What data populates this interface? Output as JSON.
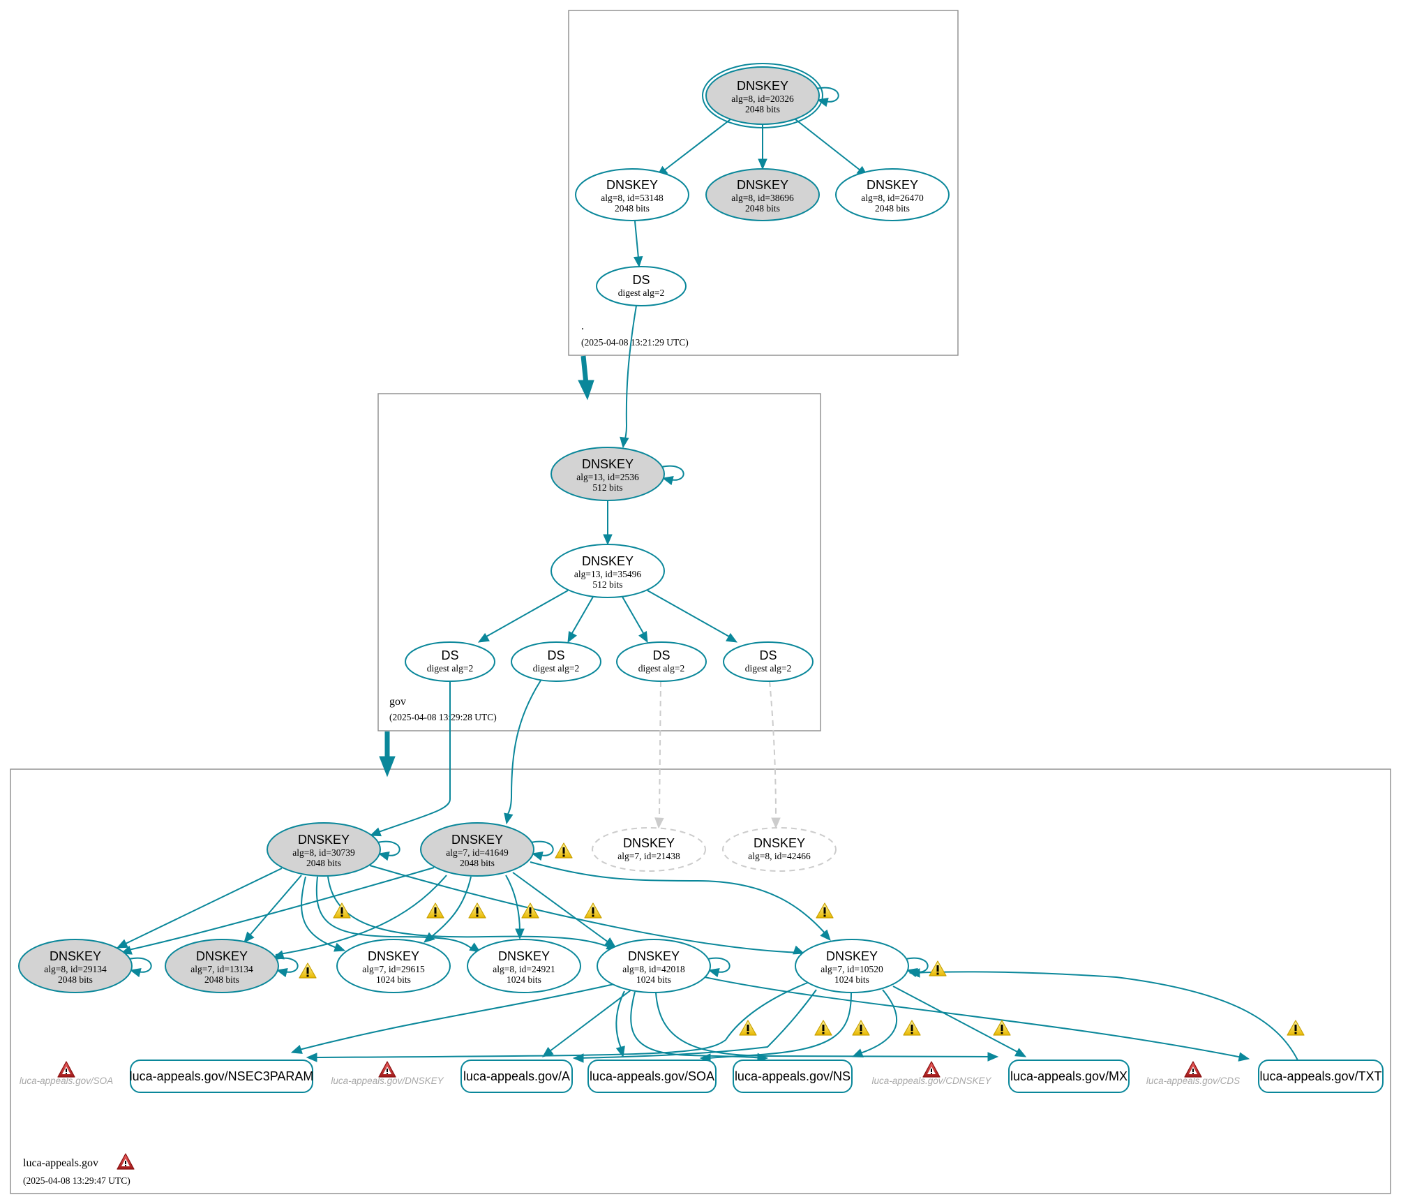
{
  "colors": {
    "edge": "#0a879a",
    "sep_fill": "#d3d3d3",
    "dashed": "#cccccc",
    "cluster_border": "#8c8c8c",
    "warning_yellow": "#f5d020",
    "error_red": "#c62828",
    "missing_text": "#a8a8a8"
  },
  "zones": [
    {
      "id": "root",
      "name": ".",
      "timestamp": "(2025-04-08 13:21:29 UTC)",
      "has_error": false
    },
    {
      "id": "gov",
      "name": "gov",
      "timestamp": "(2025-04-08 13:29:28 UTC)",
      "has_error": false
    },
    {
      "id": "luca",
      "name": "luca-appeals.gov",
      "timestamp": "(2025-04-08 13:29:47 UTC)",
      "has_error": true,
      "error_icon": "error-triangle-icon"
    }
  ],
  "nodes": [
    {
      "id": "r20326",
      "zone": "root",
      "type": "DNSKEY",
      "line1": "alg=8, id=20326",
      "line2": "2048 bits",
      "sep": true,
      "trust_anchor": true
    },
    {
      "id": "r53148",
      "zone": "root",
      "type": "DNSKEY",
      "line1": "alg=8, id=53148",
      "line2": "2048 bits",
      "sep": false
    },
    {
      "id": "r38696",
      "zone": "root",
      "type": "DNSKEY",
      "line1": "alg=8, id=38696",
      "line2": "2048 bits",
      "sep": true
    },
    {
      "id": "r26470",
      "zone": "root",
      "type": "DNSKEY",
      "line1": "alg=8, id=26470",
      "line2": "2048 bits",
      "sep": false
    },
    {
      "id": "rds",
      "zone": "root",
      "type": "DS",
      "line1": "digest alg=2",
      "line2": ""
    },
    {
      "id": "g2536",
      "zone": "gov",
      "type": "DNSKEY",
      "line1": "alg=13, id=2536",
      "line2": "512 bits",
      "sep": true
    },
    {
      "id": "g35496",
      "zone": "gov",
      "type": "DNSKEY",
      "line1": "alg=13, id=35496",
      "line2": "512 bits",
      "sep": false
    },
    {
      "id": "gds1",
      "zone": "gov",
      "type": "DS",
      "line1": "digest alg=2",
      "line2": ""
    },
    {
      "id": "gds2",
      "zone": "gov",
      "type": "DS",
      "line1": "digest alg=2",
      "line2": ""
    },
    {
      "id": "gds3",
      "zone": "gov",
      "type": "DS",
      "line1": "digest alg=2",
      "line2": ""
    },
    {
      "id": "gds4",
      "zone": "gov",
      "type": "DS",
      "line1": "digest alg=2",
      "line2": ""
    },
    {
      "id": "l30739",
      "zone": "luca",
      "type": "DNSKEY",
      "line1": "alg=8, id=30739",
      "line2": "2048 bits",
      "sep": true
    },
    {
      "id": "l41649",
      "zone": "luca",
      "type": "DNSKEY",
      "line1": "alg=7, id=41649",
      "line2": "2048 bits",
      "sep": true,
      "warning": true
    },
    {
      "id": "l21438",
      "zone": "luca",
      "type": "DNSKEY",
      "line1": "alg=7, id=21438",
      "line2": "",
      "missing": true
    },
    {
      "id": "l42466",
      "zone": "luca",
      "type": "DNSKEY",
      "line1": "alg=8, id=42466",
      "line2": "",
      "missing": true
    },
    {
      "id": "l29134",
      "zone": "luca",
      "type": "DNSKEY",
      "line1": "alg=8, id=29134",
      "line2": "2048 bits",
      "sep": true
    },
    {
      "id": "l13134",
      "zone": "luca",
      "type": "DNSKEY",
      "line1": "alg=7, id=13134",
      "line2": "2048 bits",
      "sep": true,
      "warning": true
    },
    {
      "id": "l29615",
      "zone": "luca",
      "type": "DNSKEY",
      "line1": "alg=7, id=29615",
      "line2": "1024 bits",
      "sep": false
    },
    {
      "id": "l24921",
      "zone": "luca",
      "type": "DNSKEY",
      "line1": "alg=8, id=24921",
      "line2": "1024 bits",
      "sep": false
    },
    {
      "id": "l42018",
      "zone": "luca",
      "type": "DNSKEY",
      "line1": "alg=8, id=42018",
      "line2": "1024 bits",
      "sep": false
    },
    {
      "id": "l10520",
      "zone": "luca",
      "type": "DNSKEY",
      "line1": "alg=7, id=10520",
      "line2": "1024 bits",
      "sep": false,
      "warning": true
    }
  ],
  "rrsets": [
    {
      "id": "nsec3param",
      "label": "luca-appeals.gov/NSEC3PARAM"
    },
    {
      "id": "a",
      "label": "luca-appeals.gov/A"
    },
    {
      "id": "soa",
      "label": "luca-appeals.gov/SOA"
    },
    {
      "id": "ns",
      "label": "luca-appeals.gov/NS"
    },
    {
      "id": "mx",
      "label": "luca-appeals.gov/MX"
    },
    {
      "id": "txt",
      "label": "luca-appeals.gov/TXT"
    }
  ],
  "missing_rrsets": [
    {
      "id": "m-soa",
      "label": "luca-appeals.gov/SOA",
      "icon": "error-triangle-icon"
    },
    {
      "id": "m-dnskey",
      "label": "luca-appeals.gov/DNSKEY",
      "icon": "error-triangle-icon"
    },
    {
      "id": "m-cdnskey",
      "label": "luca-appeals.gov/CDNSKEY",
      "icon": "error-triangle-icon"
    },
    {
      "id": "m-cds",
      "label": "luca-appeals.gov/CDS",
      "icon": "error-triangle-icon"
    }
  ]
}
